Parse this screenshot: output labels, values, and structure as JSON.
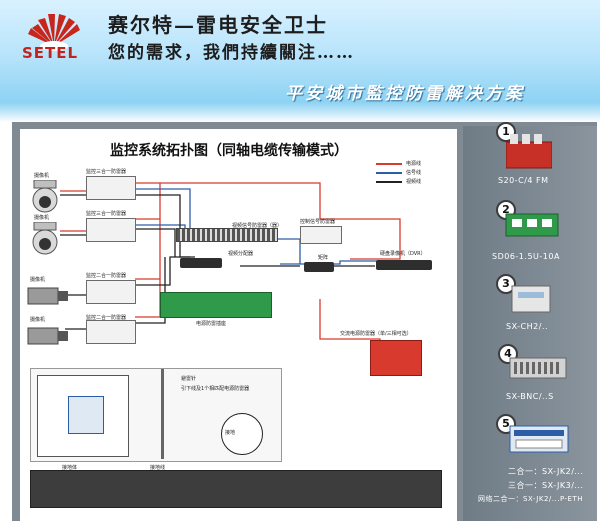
{
  "brand": {
    "chinese_name": "赛尔特—雷电安全卫士",
    "logo_text": "SETEL",
    "slogan": "您的需求，我們持續關注……",
    "solution_title": "平安城市監控防雷解决方案"
  },
  "diagram": {
    "title": "监控系统拓扑图（同轴电缆传输模式）",
    "legend": [
      {
        "label": "电源线",
        "color": "#d83a2e"
      },
      {
        "label": "信号线",
        "color": "#2c5ea8"
      },
      {
        "label": "视频线",
        "color": "#222222"
      }
    ],
    "camera_labels": [
      "摄像机",
      "摄像机",
      "摄像机",
      "摄像机"
    ],
    "protector_labels": [
      "监控三合一防雷器",
      "监控三合一防雷器",
      "监控二合一防雷器",
      "监控二合一防雷器"
    ],
    "video_splitter_label": "视频信号防雷器（器）",
    "control_protector_label": "控制信号防雷器",
    "video_distributor_label": "视频分配器",
    "matrix_label": "矩阵",
    "dvr_label": "硬盘录像机（DVR）",
    "power_strip_label": "电源防雷插座",
    "ac_protector_label": "交流电源防雷器（单/三相可选）",
    "pole_notes": [
      "避雷针",
      "引下线及1个相匹配电源防雷器",
      "接地"
    ],
    "ground_labels": [
      "接地体",
      "接地线"
    ]
  },
  "products": [
    {
      "number": "1",
      "model": "S20-C/4 FM",
      "icon": "ac-surge-protector-icon"
    },
    {
      "number": "2",
      "model": "SD06-1.5U-10A",
      "icon": "power-socket-protector-icon"
    },
    {
      "number": "3",
      "model": "SX-CH2/..",
      "icon": "control-signal-protector-icon"
    },
    {
      "number": "4",
      "model": "SX-BNC/..S",
      "icon": "video-signal-protector-icon"
    },
    {
      "number": "5",
      "model": "",
      "icon": "combo-protector-icon"
    }
  ],
  "combo_models": [
    {
      "name": "二合一",
      "model": "SX-JK2/..."
    },
    {
      "name": "三合一",
      "model": "SX-JK3/..."
    },
    {
      "name": "网络二合一",
      "model": "SX-JK2/...P-ETH"
    }
  ]
}
